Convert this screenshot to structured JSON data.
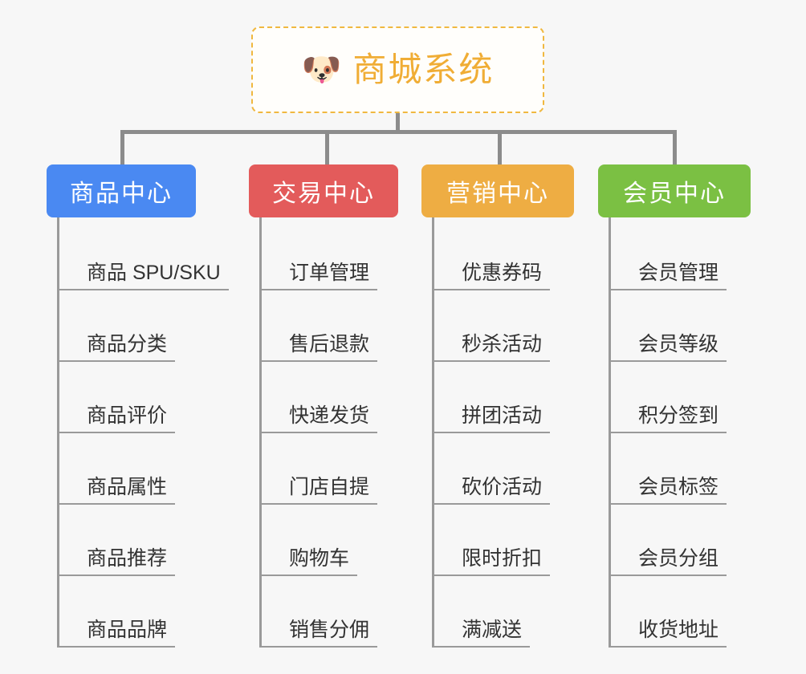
{
  "root": {
    "icon": "dog-face-emoji",
    "emoji": "🐶",
    "title": "商城系统",
    "border_color": "#f0b840",
    "text_color": "#f0ad35"
  },
  "columns": [
    {
      "title": "商品中心",
      "color": "#4a89f2",
      "items": [
        "商品 SPU/SKU",
        "商品分类",
        "商品评价",
        "商品属性",
        "商品推荐",
        "商品品牌"
      ]
    },
    {
      "title": "交易中心",
      "color": "#e35b5b",
      "items": [
        "订单管理",
        "售后退款",
        "快递发货",
        "门店自提",
        "购物车",
        "销售分佣"
      ]
    },
    {
      "title": "营销中心",
      "color": "#eead43",
      "items": [
        "优惠券码",
        "秒杀活动",
        "拼团活动",
        "砍价活动",
        "限时折扣",
        "满减送"
      ]
    },
    {
      "title": "会员中心",
      "color": "#7bc043",
      "items": [
        "会员管理",
        "会员等级",
        "积分签到",
        "会员标签",
        "会员分组",
        "收货地址"
      ]
    }
  ],
  "connector_color": "#8c8c8c",
  "background_color": "#f7f7f7"
}
